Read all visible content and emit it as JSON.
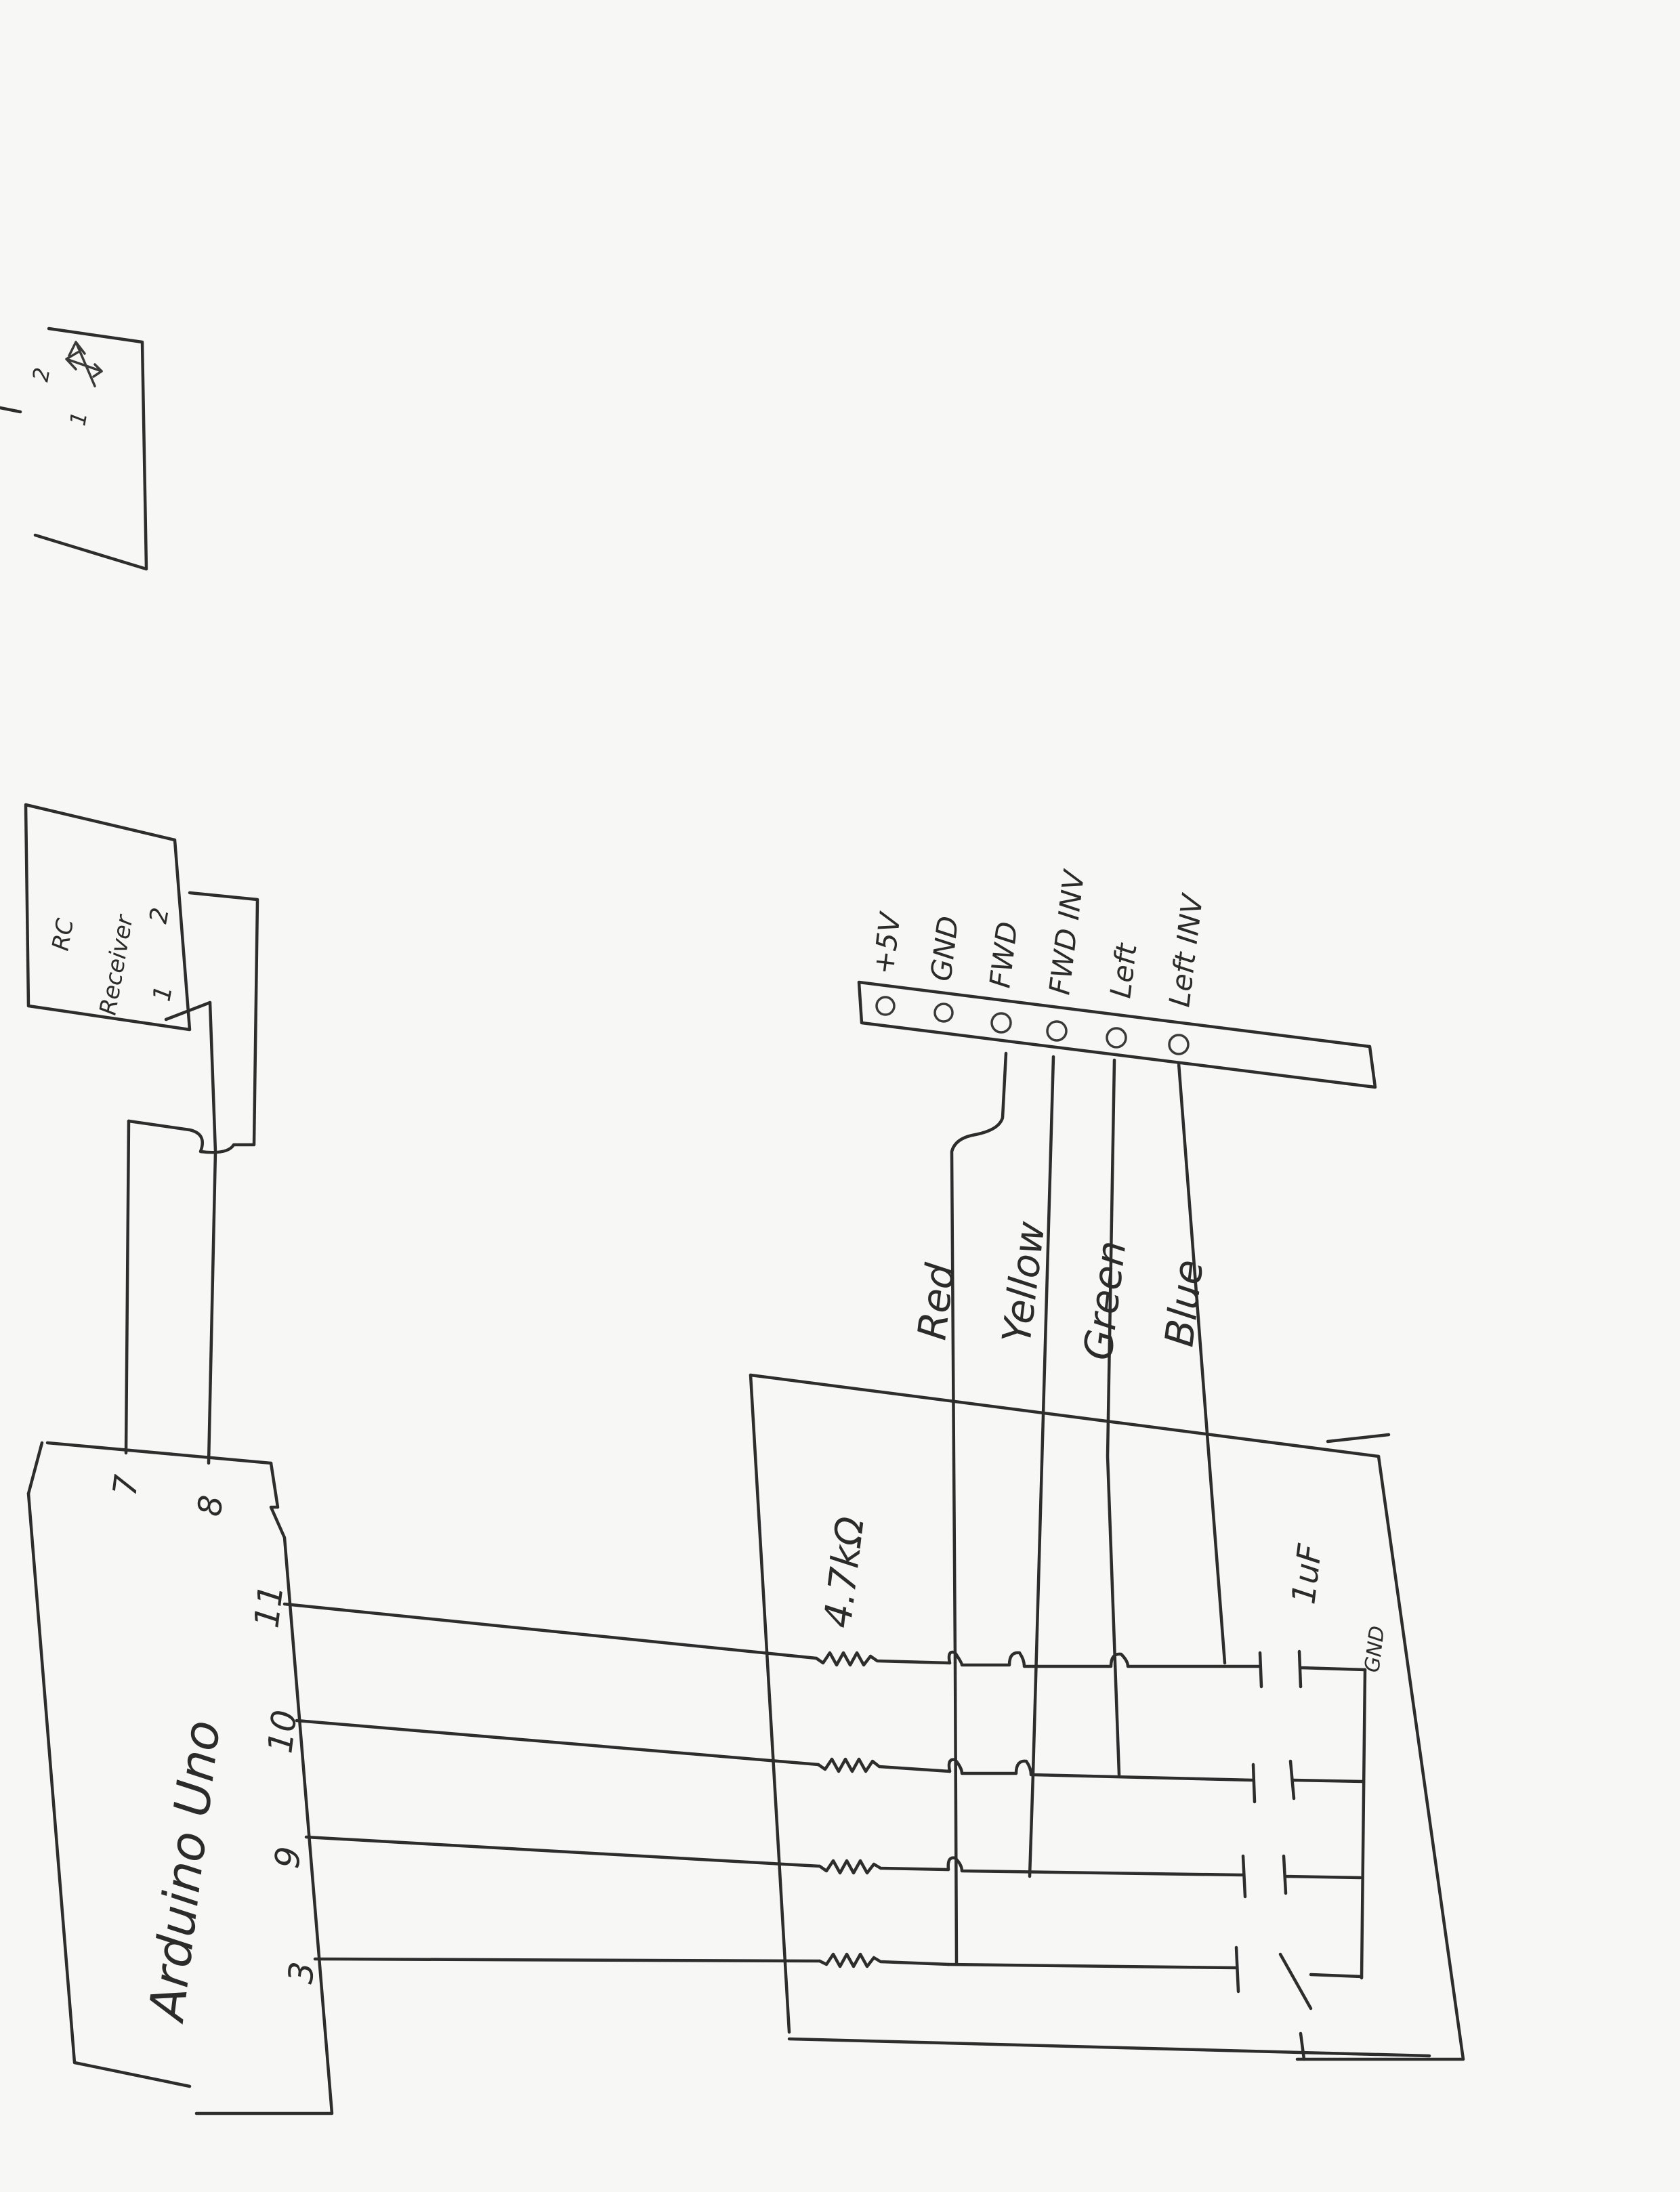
{
  "rc_receiver": {
    "label_line1": "RC",
    "label_line2": "Receiver",
    "pin1": "1",
    "pin2": "2"
  },
  "joystick_module": {
    "axis1": "1",
    "axis2": "2"
  },
  "arduino": {
    "label": "Arduino Uno",
    "pins": {
      "p7": "7",
      "p8": "8",
      "p11": "11",
      "p10": "10",
      "p9": "9",
      "p3": "3"
    }
  },
  "connector": {
    "pins": [
      "+5V",
      "GND",
      "FWD",
      "FWD INV",
      "Left",
      "Left INV"
    ]
  },
  "wires": [
    "Red",
    "Yellow",
    "Green",
    "Blue"
  ],
  "filter": {
    "resistor": "4.7kΩ",
    "capacitor": "1uF",
    "ground": "GND"
  }
}
